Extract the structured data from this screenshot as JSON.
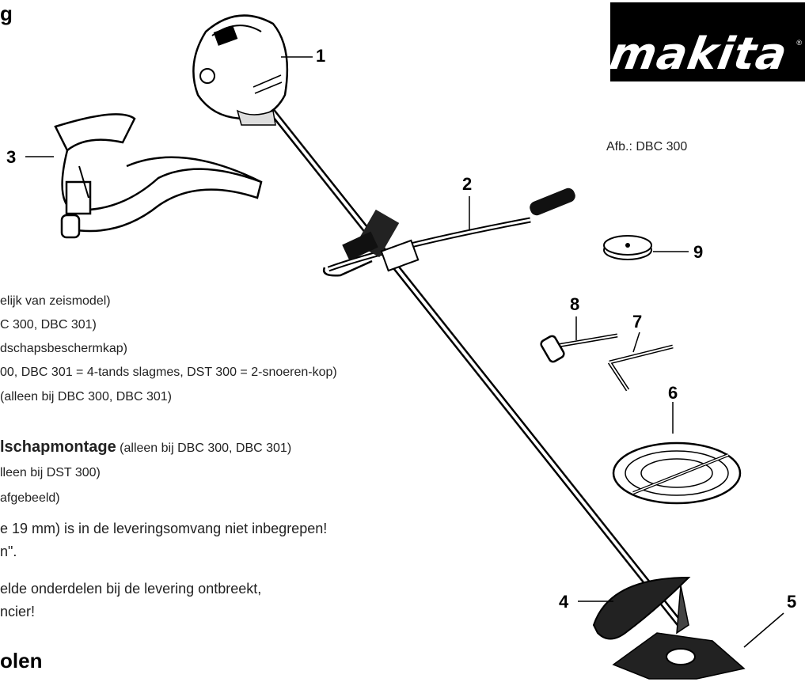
{
  "header": {
    "partial_title": "g"
  },
  "brand": {
    "logo_text": "makita",
    "registered_mark": "®"
  },
  "figure_caption": "Afb.: DBC 300",
  "callouts": [
    "1",
    "2",
    "3",
    "4",
    "5",
    "6",
    "7",
    "8",
    "9"
  ],
  "list_lines": [
    "elijk van zeismodel)",
    "C 300, DBC 301)",
    "dschapsbeschermkap)",
    "00, DBC 301 = 4-tands slagmes, DST 300 = 2-snoeren-kop)",
    "(alleen bij DBC 300, DBC 301)"
  ],
  "assembly_line": {
    "bold": "lschapmontage",
    "normal": "(alleen bij DBC 300, DBC 301)"
  },
  "sub_lines": [
    "lleen bij DST 300)",
    "afgebeeld)"
  ],
  "note_lines": [
    "e 19 mm) is in de leveringsomvang niet inbegrepen!",
    "n\".",
    "elde onderdelen bij de levering ontbreekt,",
    "ncier!"
  ],
  "section_heading": "olen",
  "colors": {
    "ink": "#000000",
    "paper": "#ffffff",
    "gray": "#9a9a9a"
  }
}
